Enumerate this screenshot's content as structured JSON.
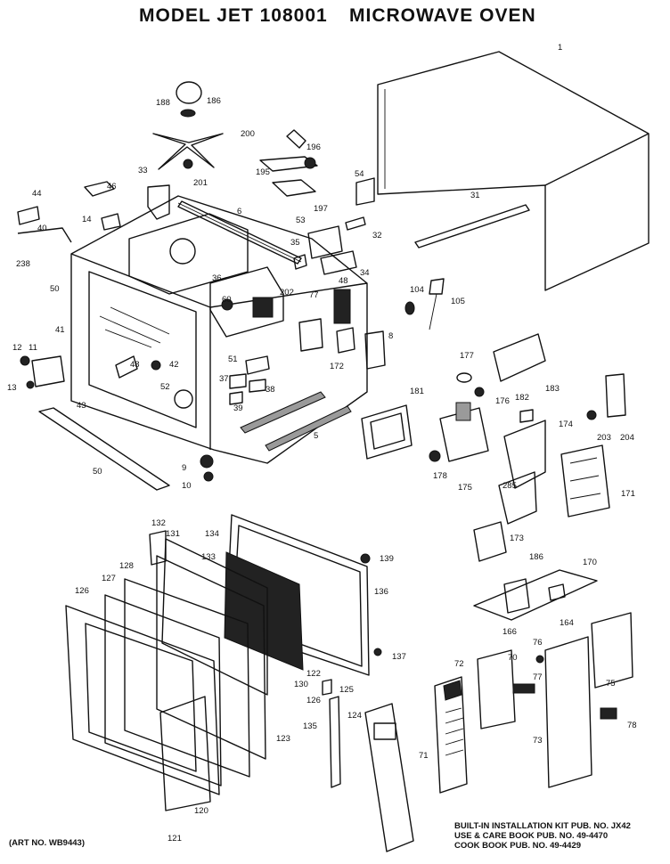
{
  "title": {
    "model": "MODEL JET 108001",
    "product": "MICROWAVE OVEN"
  },
  "footer": {
    "art_no": "(ART NO. WB9443)",
    "publications": [
      "BUILT-IN INSTALLATION KIT PUB. NO. JX42",
      "USE & CARE BOOK PUB. NO. 49-4470",
      "COOK BOOK PUB. NO. 49-4429"
    ]
  },
  "part_labels": [
    "1",
    "186",
    "188",
    "200",
    "196",
    "195",
    "197",
    "201",
    "33",
    "46",
    "44",
    "14",
    "40",
    "238",
    "6",
    "54",
    "31",
    "53",
    "32",
    "35",
    "34",
    "36",
    "202",
    "77",
    "60",
    "48",
    "41",
    "50",
    "12",
    "11",
    "13",
    "43",
    "48",
    "42",
    "51",
    "37",
    "38",
    "39",
    "52",
    "172",
    "8",
    "104",
    "105",
    "177",
    "183",
    "176",
    "181",
    "182",
    "174",
    "178",
    "175",
    "285",
    "204",
    "203",
    "171",
    "5",
    "9",
    "10",
    "50",
    "132",
    "131",
    "134",
    "139",
    "133",
    "128",
    "127",
    "126",
    "136",
    "137",
    "122",
    "130",
    "125",
    "126",
    "124",
    "135",
    "123",
    "120",
    "121",
    "173",
    "170",
    "166",
    "186",
    "164",
    "76",
    "75",
    "72",
    "70",
    "77",
    "71",
    "73",
    "78"
  ]
}
